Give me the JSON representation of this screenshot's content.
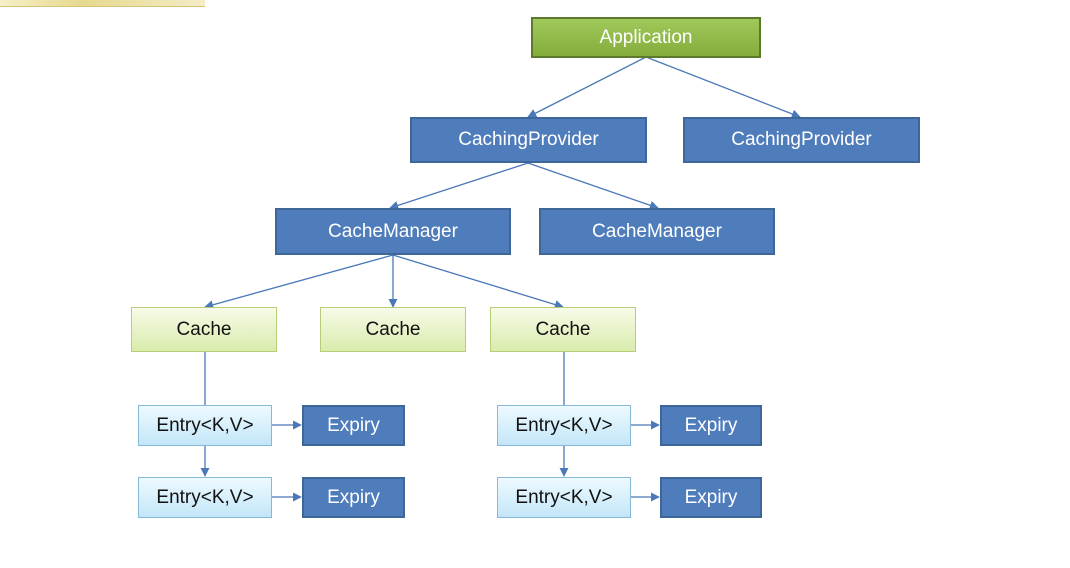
{
  "diagram": {
    "application": {
      "label": "Application"
    },
    "caching_providers": [
      {
        "label": "CachingProvider"
      },
      {
        "label": "CachingProvider"
      }
    ],
    "cache_managers": [
      {
        "label": "CacheManager"
      },
      {
        "label": "CacheManager"
      }
    ],
    "caches": [
      {
        "label": "Cache"
      },
      {
        "label": "Cache"
      },
      {
        "label": "Cache"
      }
    ],
    "entries": [
      {
        "label": "Entry<K,V>",
        "expiry": "Expiry"
      },
      {
        "label": "Entry<K,V>",
        "expiry": "Expiry"
      },
      {
        "label": "Entry<K,V>",
        "expiry": "Expiry"
      },
      {
        "label": "Entry<K,V>",
        "expiry": "Expiry"
      }
    ],
    "colors": {
      "application_fill": "#8db547",
      "blue_fill": "#4f7dbb",
      "cache_fill": "#e4f1bf",
      "entry_fill": "#d7f0fb",
      "connector": "#4a78b8"
    }
  }
}
